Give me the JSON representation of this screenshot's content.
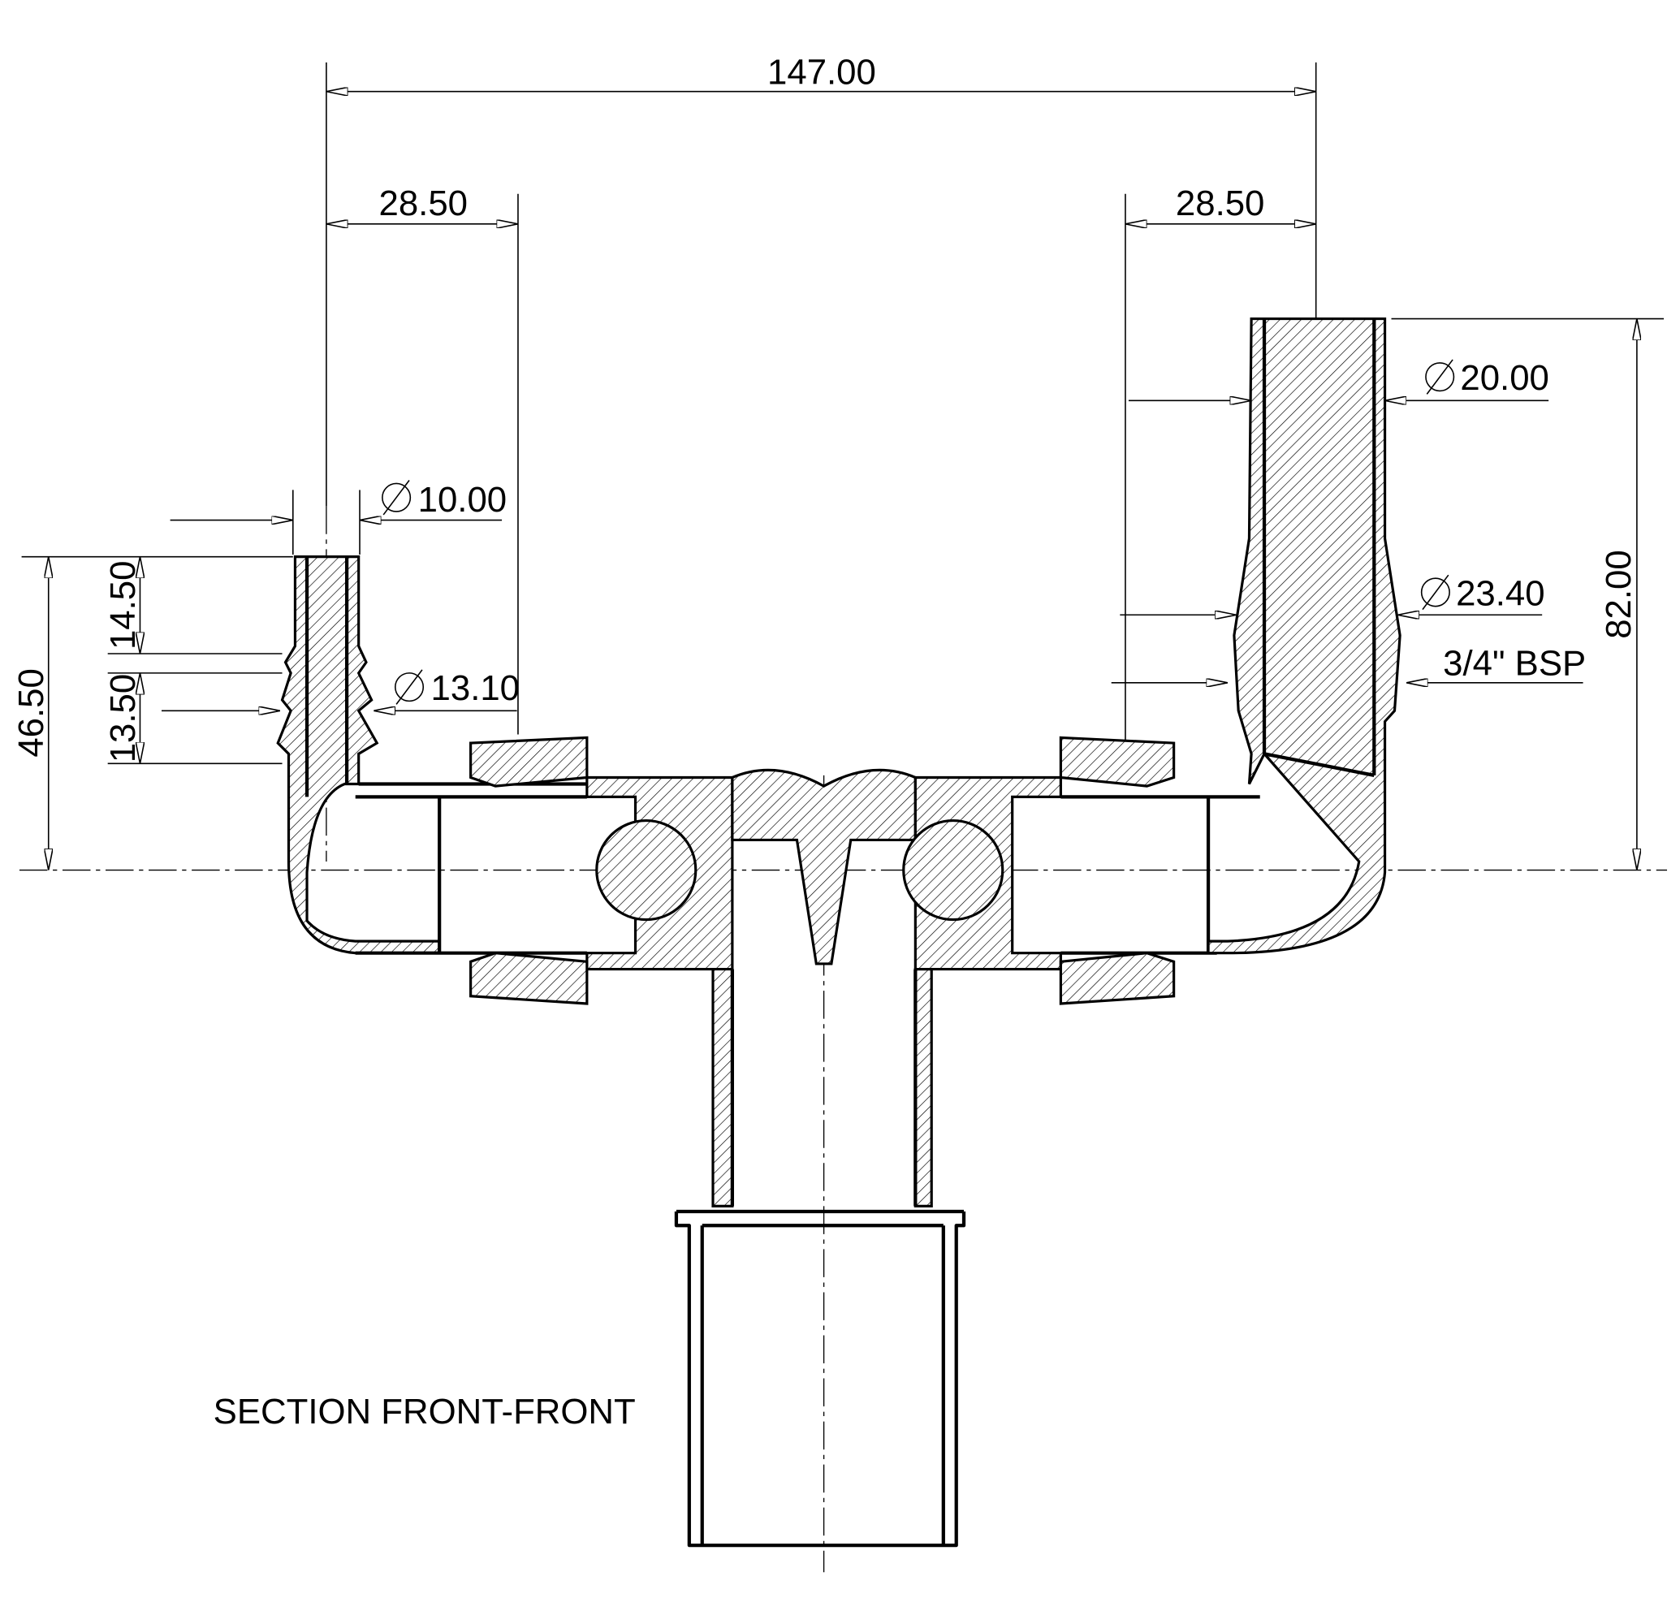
{
  "drawing": {
    "title": "SECTION FRONT-FRONT",
    "dimensions": {
      "overall_width": "147.00",
      "left_offset": "28.50",
      "right_offset": "28.50",
      "right_barb_diameter": "20.00",
      "right_thread_diameter": "23.40",
      "right_thread": "3/4\" BSP",
      "right_height": "82.00",
      "left_barb_diameter": "10.00",
      "left_barb_max_diameter": "13.10",
      "left_height": "46.50",
      "left_upper": "14.50",
      "left_lower": "13.50"
    },
    "diameter_symbol": "∅"
  }
}
